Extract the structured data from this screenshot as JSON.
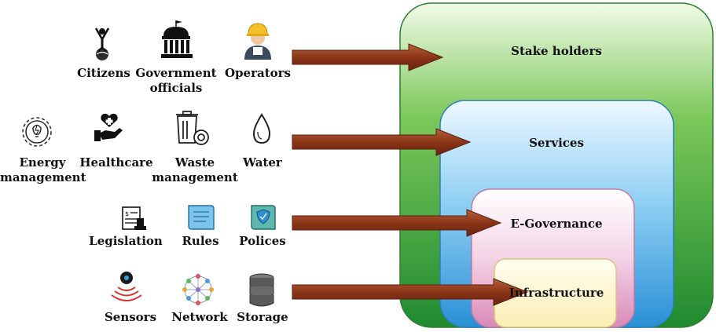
{
  "layers": {
    "stakeholders": "Stake holders",
    "services": "Services",
    "egovernance": "E-Governance",
    "infrastructure": "Infrastructure"
  },
  "rows": {
    "stakeholders": [
      {
        "label": "Citizens",
        "icon": "citizen-icon"
      },
      {
        "label": "Government\nofficials",
        "icon": "government-building-icon"
      },
      {
        "label": "Operators",
        "icon": "operator-icon"
      }
    ],
    "services": [
      {
        "label": "Energy\nmanagement",
        "icon": "energy-gear-icon"
      },
      {
        "label": "Healthcare",
        "icon": "healthcare-hand-heart-icon"
      },
      {
        "label": "Waste\nmanagement",
        "icon": "waste-bin-icon"
      },
      {
        "label": "Water",
        "icon": "water-drop-icon"
      }
    ],
    "egovernance": [
      {
        "label": "Legislation",
        "icon": "legislation-document-icon"
      },
      {
        "label": "Rules",
        "icon": "rules-scroll-icon"
      },
      {
        "label": "Polices",
        "icon": "policy-scroll-icon"
      }
    ],
    "infrastructure": [
      {
        "label": "Sensors",
        "icon": "sensor-icon"
      },
      {
        "label": "Network",
        "icon": "network-icon"
      },
      {
        "label": "Storage",
        "icon": "storage-icon"
      }
    ]
  },
  "colors": {
    "green": "#3aa53a",
    "blue": "#3a9ee0",
    "pink": "#e6a5c8",
    "cream": "#fff3c4",
    "arrow": "#8b3a1c"
  }
}
